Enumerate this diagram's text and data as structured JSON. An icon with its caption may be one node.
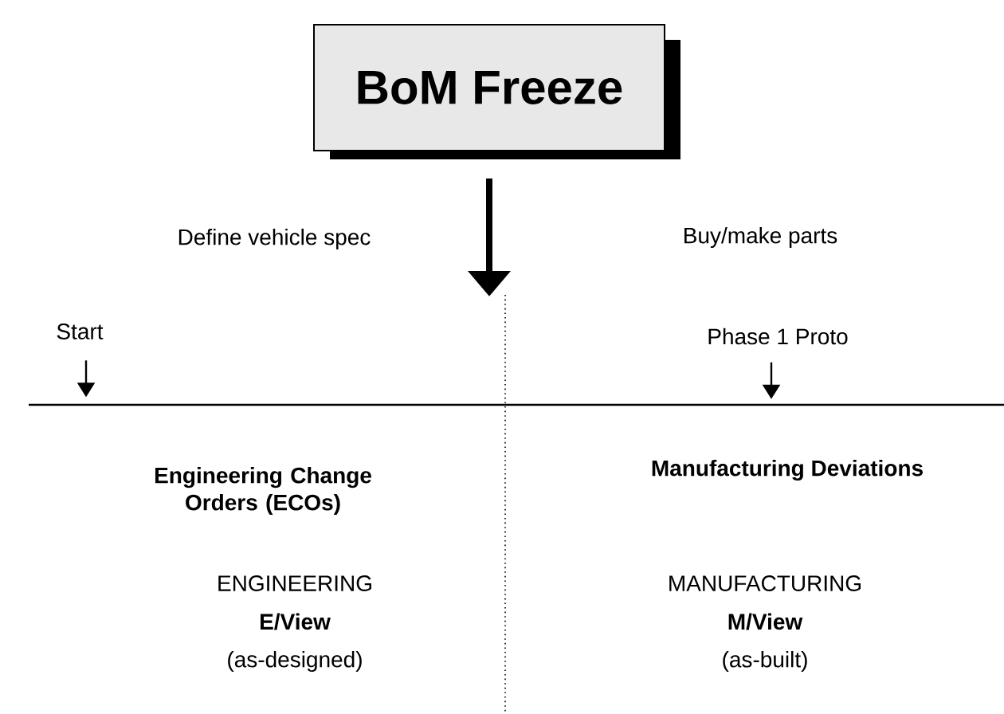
{
  "diagram": {
    "nodes": [
      {
        "text": [
          "BoM Freeze"
        ]
      },
      {
        "text": [
          "Start"
        ]
      },
      {
        "text": [
          "Phase 1 Proto"
        ]
      }
    ],
    "edges": [
      {
        "from": 0,
        "to": null,
        "arrow": "to",
        "style": "thick"
      },
      {
        "from": 1,
        "to": null,
        "arrow": "to"
      },
      {
        "from": 2,
        "to": null,
        "arrow": "to"
      }
    ],
    "labels": [
      "Define vehicle spec",
      "Buy/make parts",
      "Engineering Change Orders (ECOs)",
      "Manufacturing Deviations",
      "ENGINEERING",
      "E/View",
      "(as-designed)",
      "MANUFACTURING",
      "M/View",
      "(as-built)"
    ]
  }
}
